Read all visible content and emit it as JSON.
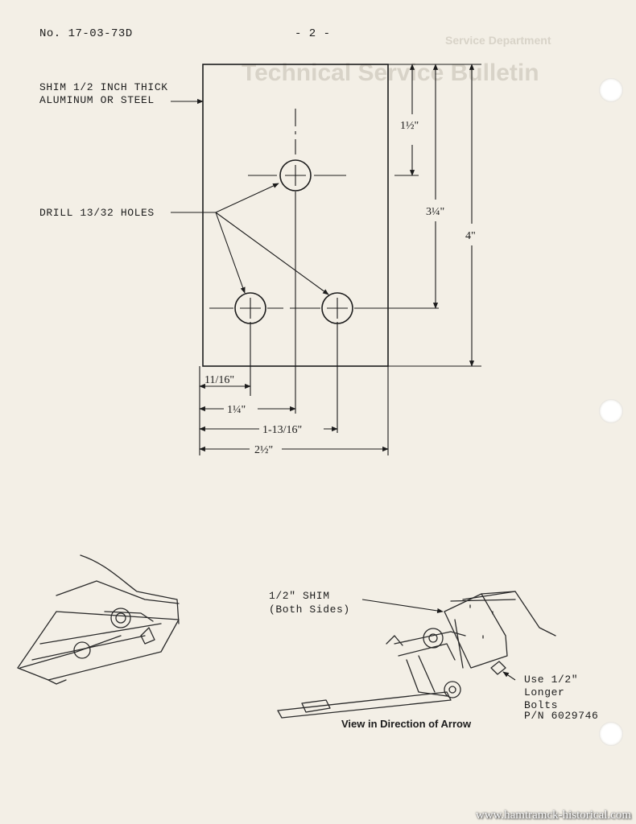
{
  "header": {
    "bulletin_no": "No.  17-03-73D",
    "page": "- 2 -"
  },
  "bleed_through": {
    "department": "Service Department",
    "title": "Technical Service Bulletin"
  },
  "diagram": {
    "shim_label": [
      "SHIM 1/2 INCH THICK",
      "ALUMINUM OR STEEL"
    ],
    "drill_label": "DRILL 13/32 HOLES",
    "dims": {
      "top_to_upper_hole": "1½\"",
      "top_to_lower_holes": "3¼\"",
      "overall_height": "4\"",
      "left_hole_x": "11/16\"",
      "left_width": "1¼\"",
      "right_hole_x": "1-13/16\"",
      "overall_width": "2½\""
    }
  },
  "installation": {
    "shim_note": [
      "1/2\" SHIM",
      "(Both Sides)"
    ],
    "bolt_note": [
      "Use 1/2\"",
      "Longer",
      "Bolts",
      "P/N 6029746"
    ],
    "view_caption": "View in Direction of Arrow"
  },
  "watermark": "www.hamtramck-historical.com"
}
